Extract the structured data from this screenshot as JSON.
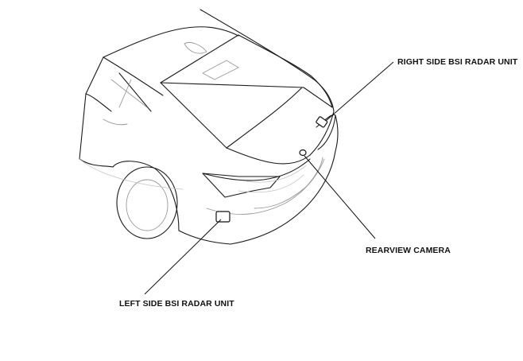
{
  "callouts": {
    "right_bsi": "RIGHT SIDE BSI RADAR UNIT",
    "rear_camera": "REARVIEW CAMERA",
    "left_bsi": "LEFT SIDE BSI RADAR UNIT"
  },
  "colors": {
    "outline": "#1a1a1a",
    "detail": "#9a9a9a",
    "background": "#ffffff"
  }
}
